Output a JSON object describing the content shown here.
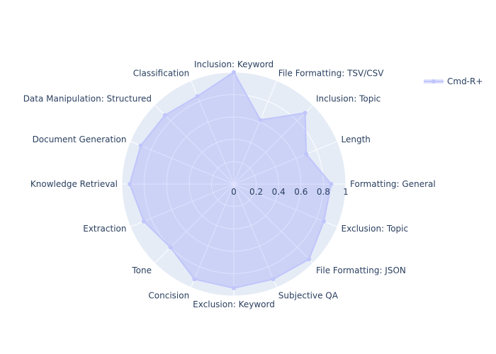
{
  "chart_data": {
    "type": "radar",
    "categories": [
      "Formatting: General",
      "Length",
      "Inclusion: Topic",
      "File Formatting: TSV/CSV",
      "Inclusion: Keyword",
      "Classification",
      "Data Manipulation: Structured",
      "Document Generation",
      "Knowledge Retrieval",
      "Extraction",
      "Tone",
      "Concision",
      "Exclusion: Keyword",
      "Subjective QA",
      "File Formatting: JSON",
      "Exclusion: Topic"
    ],
    "series": [
      {
        "name": "Cmd-R+",
        "values": [
          0.87,
          0.7,
          0.9,
          0.62,
          1.0,
          0.85,
          0.87,
          0.9,
          0.93,
          0.87,
          0.8,
          0.92,
          0.93,
          0.92,
          0.95,
          0.87
        ]
      }
    ],
    "radial_range": [
      0,
      1
    ],
    "radial_ticks": [
      "0",
      "0.2",
      "0.4",
      "0.6",
      "0.8",
      "1"
    ],
    "grid": true,
    "legend_position": "top-right",
    "colors": {
      "series_line": "#c0c5fb",
      "series_fill": "rgba(99,110,250,0.2)",
      "background": "#e5ecf6",
      "grid": "#ffffff",
      "text": "#2a3f5f"
    }
  }
}
